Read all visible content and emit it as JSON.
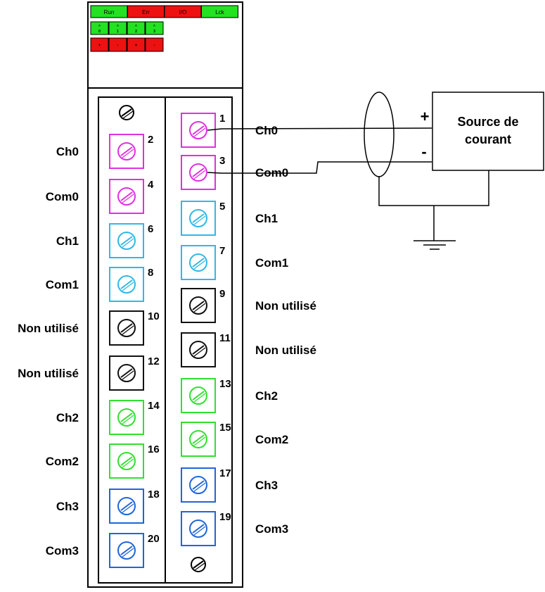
{
  "module": {
    "status_leds": [
      {
        "label": "Run",
        "color": "#22e222"
      },
      {
        "label": "Err",
        "color": "#ee1111"
      },
      {
        "label": "I/O",
        "color": "#ee1111"
      },
      {
        "label": "Lck",
        "color": "#22e222"
      }
    ],
    "channel_leds_green": [
      {
        "top": "^",
        "bottom": "0"
      },
      {
        "top": "^",
        "bottom": "1"
      },
      {
        "top": "^",
        "bottom": "2"
      },
      {
        "top": "^",
        "bottom": "3"
      }
    ],
    "channel_leds_red": [
      {
        "label": "+"
      },
      {
        "label": "-"
      },
      {
        "label": "+"
      },
      {
        "label": "-"
      }
    ]
  },
  "colors": {
    "magenta": "#e030e0",
    "cyan": "#30b8e8",
    "black": "#111111",
    "green": "#30e030",
    "blue": "#1e66d8"
  },
  "left_terminals": [
    {
      "number": "2",
      "label": "Ch0",
      "color": "magenta"
    },
    {
      "number": "4",
      "label": "Com0",
      "color": "magenta"
    },
    {
      "number": "6",
      "label": "Ch1",
      "color": "cyan"
    },
    {
      "number": "8",
      "label": "Com1",
      "color": "cyan"
    },
    {
      "number": "10",
      "label": "Non utilisé",
      "color": "black"
    },
    {
      "number": "12",
      "label": "Non utilisé",
      "color": "black"
    },
    {
      "number": "14",
      "label": "Ch2",
      "color": "green"
    },
    {
      "number": "16",
      "label": "Com2",
      "color": "green"
    },
    {
      "number": "18",
      "label": "Ch3",
      "color": "blue"
    },
    {
      "number": "20",
      "label": "Com3",
      "color": "blue"
    }
  ],
  "right_terminals": [
    {
      "number": "1",
      "label": "Ch0",
      "color": "magenta"
    },
    {
      "number": "3",
      "label": "Com0",
      "color": "magenta"
    },
    {
      "number": "5",
      "label": "Ch1",
      "color": "cyan"
    },
    {
      "number": "7",
      "label": "Com1",
      "color": "cyan"
    },
    {
      "number": "9",
      "label": "Non utilisé",
      "color": "black"
    },
    {
      "number": "11",
      "label": "Non utilisé",
      "color": "black"
    },
    {
      "number": "13",
      "label": "Ch2",
      "color": "green"
    },
    {
      "number": "15",
      "label": "Com2",
      "color": "green"
    },
    {
      "number": "17",
      "label": "Ch3",
      "color": "blue"
    },
    {
      "number": "19",
      "label": "Com3",
      "color": "blue"
    }
  ],
  "source": {
    "line1": "Source de",
    "line2": "courant",
    "plus": "+",
    "minus": "-"
  }
}
